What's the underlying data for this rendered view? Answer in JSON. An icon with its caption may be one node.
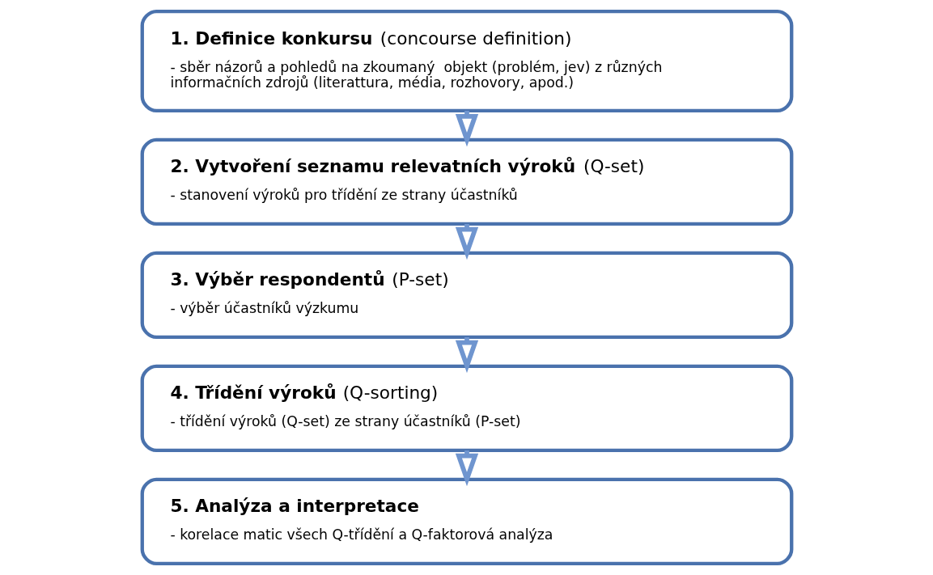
{
  "diagram": {
    "nodes": [
      {
        "text": [
          "**1. Definice konkursu** (concourse definition)",
          "- sběr názorů a pohledů na zkoumaný  objekt (problém, jev) z různých informačních zdrojů (literattura, média, rozhovory, apod.)"
        ]
      },
      {
        "text": [
          "**2. Vytvoření seznamu relevatních výroků** (Q-set)",
          "- stanovení výroků pro třídění ze strany účastníků"
        ]
      },
      {
        "text": [
          "**3. Výběr respondentů** (P-set)",
          "- výběr účastníků výzkumu"
        ]
      },
      {
        "text": [
          "**4. Třídění výroků** (Q-sorting)",
          "- třídění výroků (Q-set) ze strany účastníků (P-set)"
        ]
      },
      {
        "text": [
          "**5. Analýza a interpretace**",
          "- korelace matic všech Q-třídění a Q-faktorová analýza"
        ]
      }
    ],
    "edges": [
      {
        "from": 0,
        "to": 1,
        "arrow": "to"
      },
      {
        "from": 1,
        "to": 2,
        "arrow": "to"
      },
      {
        "from": 2,
        "to": 3,
        "arrow": "to"
      },
      {
        "from": 3,
        "to": 4,
        "arrow": "to"
      }
    ]
  }
}
